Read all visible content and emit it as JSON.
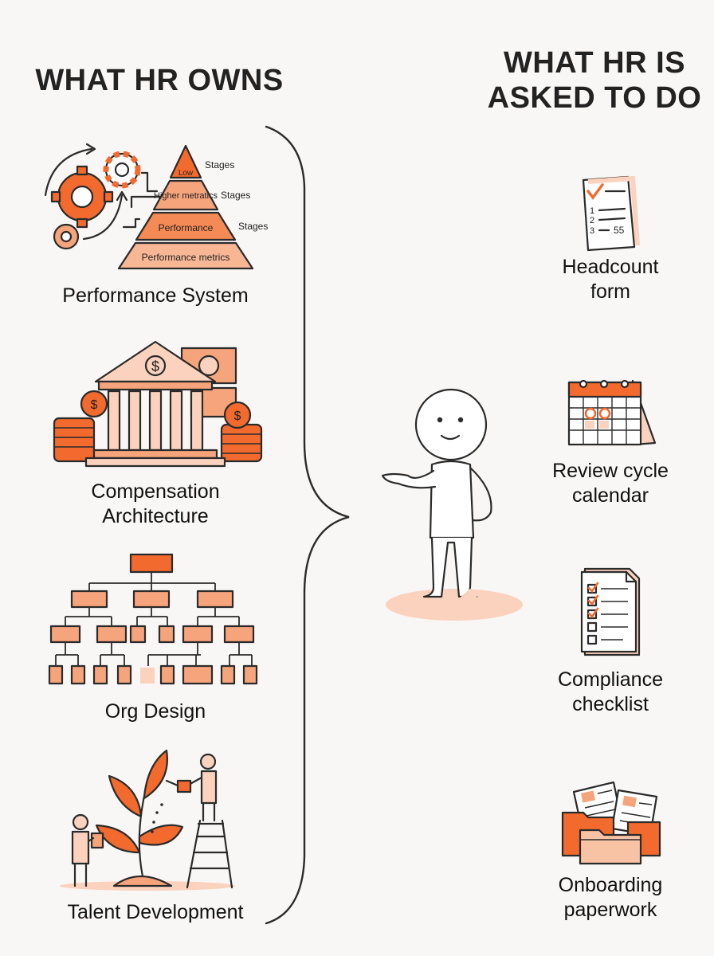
{
  "left_heading": "WHAT HR OWNS",
  "right_heading": "WHAT HR IS ASKED TO DO",
  "owns": [
    {
      "label": "Performance System",
      "icon": "gears-pyramid-icon"
    },
    {
      "label": "Compensation Architecture",
      "icon": "bank-money-icon"
    },
    {
      "label": "Org Design",
      "icon": "org-chart-icon"
    },
    {
      "label": "Talent Development",
      "icon": "growing-plant-icon"
    }
  ],
  "pyramid": {
    "tiers": [
      "Low",
      "Higher metratics",
      "Performance",
      "Performance metrics"
    ],
    "stage_labels": [
      "Stages",
      "Stages",
      "Stages"
    ],
    "currency_symbol": "$"
  },
  "asked": [
    {
      "label": "Headcount form",
      "icon": "form-icon"
    },
    {
      "label": "Review cycle calendar",
      "icon": "calendar-icon"
    },
    {
      "label": "Compliance checklist",
      "icon": "checklist-icon"
    },
    {
      "label": "Onboarding paperwork",
      "icon": "folders-icon"
    }
  ],
  "form_text": {
    "rows": [
      "1",
      "2",
      "3"
    ],
    "value": "55"
  },
  "colors": {
    "accent": "#f26a2e",
    "mid": "#f6a47c",
    "light": "#fbd2bd",
    "ink": "#2b2b2b"
  }
}
